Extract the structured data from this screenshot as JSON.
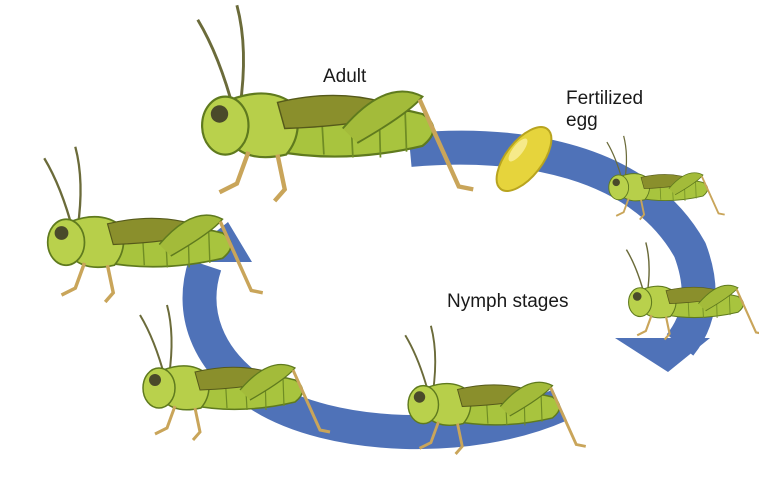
{
  "diagram": {
    "labels": {
      "adult": "Adult",
      "fertilized_egg": "Fertilized\negg",
      "nymph_stages": "Nymph stages"
    },
    "colors": {
      "cycle_arrow": "#4f72b8",
      "egg": "#e6d43c",
      "grasshopper_body": "#a8c43e",
      "grasshopper_wing": "#8a8f2c",
      "grasshopper_leg": "#c9a55a",
      "background": "#ffffff"
    },
    "stages": [
      {
        "name": "adult",
        "icon": "grasshopper-adult-icon"
      },
      {
        "name": "egg",
        "icon": "egg-icon"
      },
      {
        "name": "nymph-1",
        "icon": "grasshopper-nymph-icon"
      },
      {
        "name": "nymph-2",
        "icon": "grasshopper-nymph-icon"
      },
      {
        "name": "nymph-3",
        "icon": "grasshopper-nymph-icon"
      },
      {
        "name": "nymph-4",
        "icon": "grasshopper-nymph-icon"
      },
      {
        "name": "nymph-5",
        "icon": "grasshopper-nymph-icon"
      }
    ]
  }
}
